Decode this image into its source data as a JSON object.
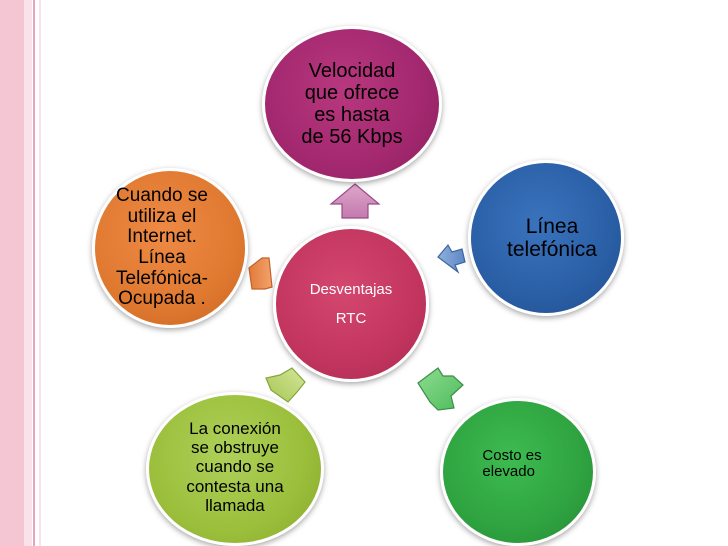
{
  "colors": {
    "center": "#c2355f",
    "top": "#a3286f",
    "right": "#2a5fa6",
    "bottom_right": "#2fa340",
    "bottom_left": "#9bbf3b",
    "left": "#e07930",
    "stripe_main": "#f4c6d4",
    "stripe_light": "#f9e2ea",
    "stripe_line": "#e8a4ba"
  },
  "center": {
    "line1": "Desventajas",
    "line2": "RTC"
  },
  "nodes": {
    "top": "Velocidad\nque ofrece\nes hasta\nde 56 Kbps",
    "right": "Línea\ntelefónica",
    "bottom_right": "Costo es\nelevado",
    "bottom_left": "La conexión\nse obstruye\ncuando se\ncontesta una\nllamada",
    "left": "Cuando se\nutiliza el\nInternet.\nLínea\nTelefónica-\nOcupada ."
  },
  "arrows": {
    "top": "arrow-up-icon",
    "right": "arrow-right-icon",
    "bottom_right": "arrow-down-right-icon",
    "bottom_left": "arrow-down-left-icon",
    "left": "arrow-left-icon"
  }
}
